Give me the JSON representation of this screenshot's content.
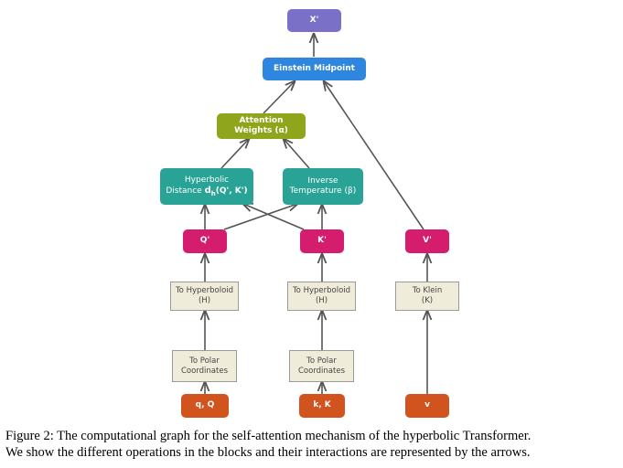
{
  "nodes": {
    "x_prime": "X'",
    "einstein": "Einstein Midpoint",
    "attention_line1": "Attention",
    "attention_line2": "Weights (α)",
    "hyperbolic_line1": "Hyperbolic",
    "hyperbolic_line2_prefix": "Distance ",
    "hyperbolic_d": "d",
    "hyperbolic_sub": "h",
    "hyperbolic_args": "(Q', K')",
    "inverse_line1": "Inverse",
    "inverse_line2": "Temperature (β)",
    "q_prime": "Q'",
    "k_prime": "K'",
    "v_prime": "V'",
    "to_hyperboloid_q_line1": "To Hyperboloid",
    "to_hyperboloid_q_line2": "(H)",
    "to_hyperboloid_k_line1": "To Hyperboloid",
    "to_hyperboloid_k_line2": "(H)",
    "to_klein_line1": "To Klein",
    "to_klein_line2": "(K)",
    "to_polar_q_line1": "To Polar",
    "to_polar_q_line2": "Coordinates",
    "to_polar_k_line1": "To Polar",
    "to_polar_k_line2": "Coordinates",
    "input_q": "q, Q",
    "input_k": "k, K",
    "input_v": "v"
  },
  "colors": {
    "output": "#7b70c8",
    "midpoint": "#2e86de",
    "attention": "#8fa51b",
    "distance": "#2aa397",
    "projected": "#d51d6d",
    "input": "#d1531d",
    "transform_box": "#f0ecda",
    "arrow": "#555555"
  },
  "caption": {
    "line1": "Figure 2: The computational graph for the self-attention mechanism of the hyperbolic Transformer.",
    "line2": "We show the different operations in the blocks and their interactions are represented by the arrows."
  }
}
